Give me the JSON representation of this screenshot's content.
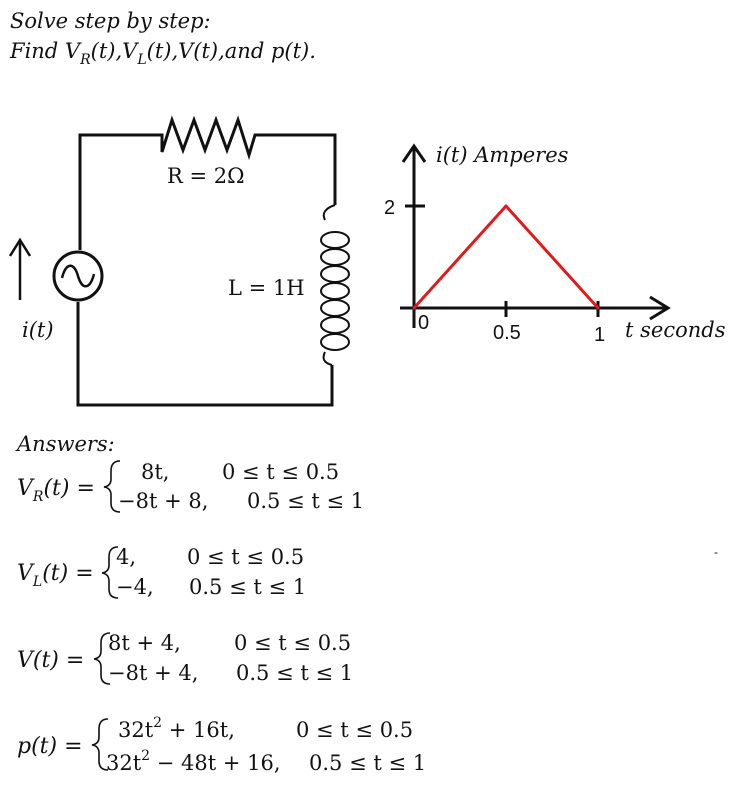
{
  "header": {
    "line1": "Solve step by step:",
    "line2": "Find Vʀ(t), Vʟ(t), V(t), and p(t)."
  },
  "header_parts": {
    "find": "Find V",
    "sub_R": "R",
    "mid1": "(t),V",
    "sub_L": "L",
    "mid2": "(t),V(t),and p(t)."
  },
  "circuit": {
    "resistor_label": "R = 2Ω",
    "inductor_label": "L = 1H",
    "source_label": "i(t)"
  },
  "graph": {
    "y_label": "i(t) Amperes",
    "x_label": "t  seconds",
    "y_tick": "2",
    "x_ticks": [
      "0",
      "0.5",
      "1"
    ]
  },
  "chart_data": {
    "type": "line",
    "title": "",
    "xlabel": "t  seconds",
    "ylabel": "i(t) Amperes",
    "x": [
      0,
      0.5,
      1
    ],
    "series": [
      {
        "values": [
          0,
          2,
          0
        ]
      }
    ],
    "color": "#e01b1b"
  },
  "answers": {
    "heading": "Answers:",
    "vr": {
      "lhs_main": "V",
      "lhs_sub": "R",
      "lhs_tail": "(t) =",
      "case1_expr": "8t,",
      "case1_cond": "0 ≤ t ≤ 0.5",
      "case2_expr": "−8t + 8,",
      "case2_cond": "0.5 ≤ t ≤ 1"
    },
    "vl": {
      "lhs_main": "V",
      "lhs_sub": "L",
      "lhs_tail": "(t) =",
      "case1_expr": "4,",
      "case1_cond": "0 ≤ t ≤ 0.5",
      "case2_expr": "−4,",
      "case2_cond": "0.5 ≤ t ≤ 1"
    },
    "v": {
      "lhs": "V(t) =",
      "case1_expr": "8t + 4,",
      "case1_cond": "0 ≤ t ≤ 0.5",
      "case2_expr": "−8t + 4,",
      "case2_cond": "0.5 ≤ t ≤ 1"
    },
    "p": {
      "lhs": "p(t) =",
      "case1_a": "32t",
      "case1_b": " + 16t,",
      "case1_cond": "0 ≤ t ≤ 0.5",
      "case2_a": "32t",
      "case2_b": " − 48t + 16,",
      "case2_cond": "0.5 ≤ t ≤ 1",
      "exp": "2"
    }
  }
}
